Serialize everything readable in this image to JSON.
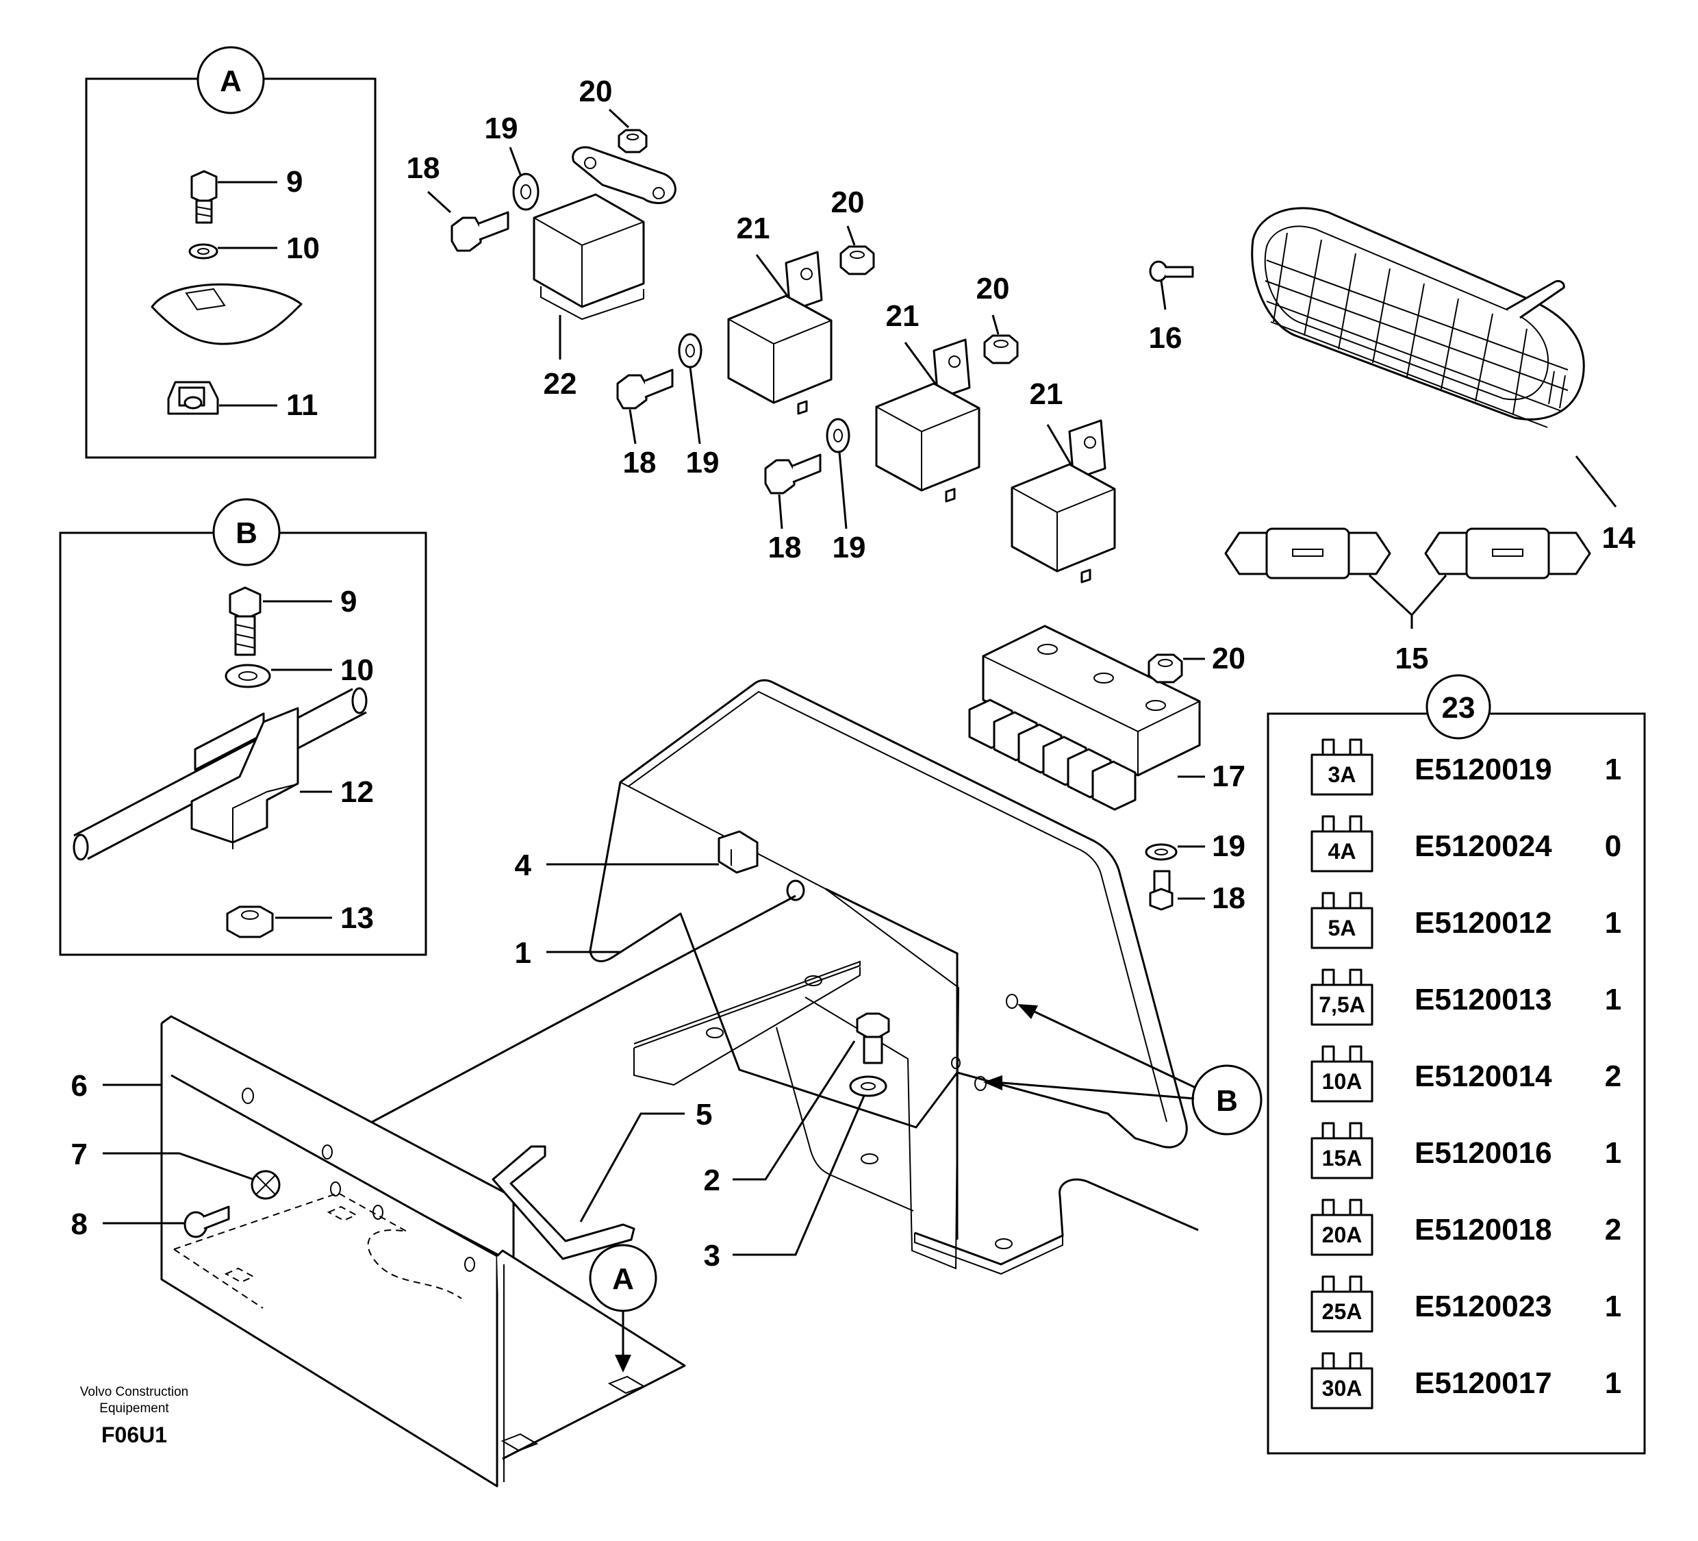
{
  "detail_views": {
    "a": {
      "label": "A",
      "callouts": [
        "9",
        "10",
        "11"
      ]
    },
    "b": {
      "label": "B",
      "callouts": [
        "9",
        "10",
        "12",
        "13"
      ]
    }
  },
  "callouts": {
    "c1": "1",
    "c2": "2",
    "c3": "3",
    "c4": "4",
    "c5": "5",
    "c6": "6",
    "c7": "7",
    "c8": "8",
    "c14": "14",
    "c15": "15",
    "c16": "16",
    "c17": "17",
    "c18a": "18",
    "c18b": "18",
    "c18c": "18",
    "c18d": "18",
    "c19a": "19",
    "c19b": "19",
    "c19c": "19",
    "c19d": "19",
    "c20a": "20",
    "c20b": "20",
    "c20c": "20",
    "c20d": "20",
    "c21a": "21",
    "c21b": "21",
    "c21c": "21",
    "c22": "22",
    "marker_a": "A",
    "marker_b": "B"
  },
  "fuse_table": {
    "label": "23",
    "rows": [
      {
        "rating": "3A",
        "part_number": "E5120019",
        "qty": "1"
      },
      {
        "rating": "4A",
        "part_number": "E5120024",
        "qty": "0"
      },
      {
        "rating": "5A",
        "part_number": "E5120012",
        "qty": "1"
      },
      {
        "rating": "7,5A",
        "part_number": "E5120013",
        "qty": "1"
      },
      {
        "rating": "10A",
        "part_number": "E5120014",
        "qty": "2"
      },
      {
        "rating": "15A",
        "part_number": "E5120016",
        "qty": "1"
      },
      {
        "rating": "20A",
        "part_number": "E5120018",
        "qty": "2"
      },
      {
        "rating": "25A",
        "part_number": "E5120023",
        "qty": "1"
      },
      {
        "rating": "30A",
        "part_number": "E5120017",
        "qty": "1"
      }
    ]
  },
  "footer": {
    "credit_line1": "Volvo Construction",
    "credit_line2": "Equipement",
    "figure_code": "F06U1"
  }
}
